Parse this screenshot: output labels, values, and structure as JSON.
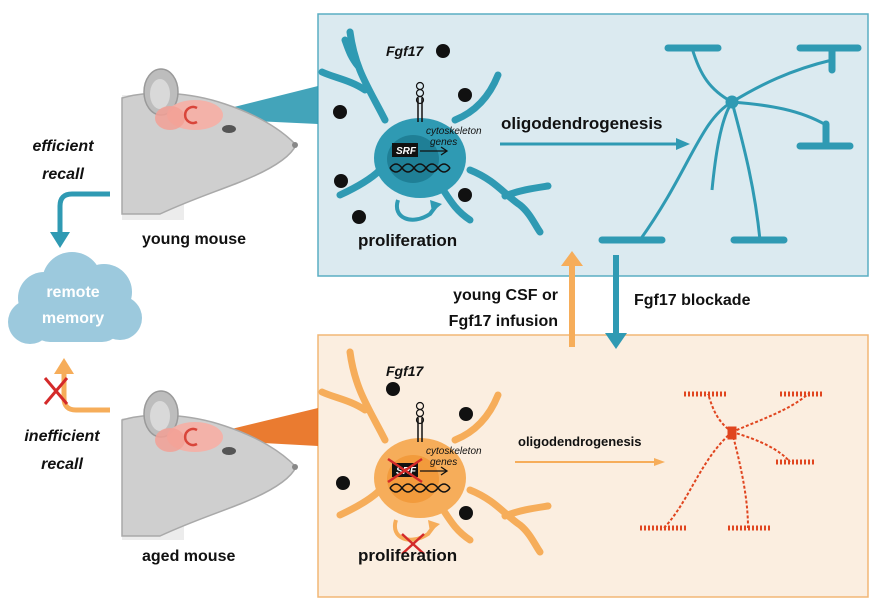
{
  "young_panel": {
    "gene": "Fgf17",
    "srf": "SRF",
    "target_genes_line1": "cytoskeleton",
    "target_genes_line2": "genes",
    "process": "oligodendrogenesis",
    "proliferation": "proliferation",
    "colors": {
      "panel_bg": "#dbeaf0",
      "panel_border": "#5aaec3",
      "cell": "#2f9ab3"
    }
  },
  "aged_panel": {
    "gene": "Fgf17",
    "srf": "SRF",
    "target_genes_line1": "cytoskeleton",
    "target_genes_line2": "genes",
    "process": "oligodendrogenesis",
    "proliferation": "proliferation",
    "colors": {
      "panel_bg": "#fbeee0",
      "panel_border": "#f2b776",
      "cell": "#f6ad5a",
      "dashed_cell": "#e0451f"
    }
  },
  "mice": {
    "young_label": "young mouse",
    "aged_label": "aged mouse"
  },
  "memory": {
    "cloud_line1": "remote",
    "cloud_line2": "memory",
    "efficient_line1": "efficient",
    "efficient_line2": "recall",
    "inefficient_line1": "inefficient",
    "inefficient_line2": "recall"
  },
  "interventions": {
    "rescue_line1": "young CSF or",
    "rescue_line2": "Fgf17 infusion",
    "blockade": "Fgf17 blockade"
  }
}
